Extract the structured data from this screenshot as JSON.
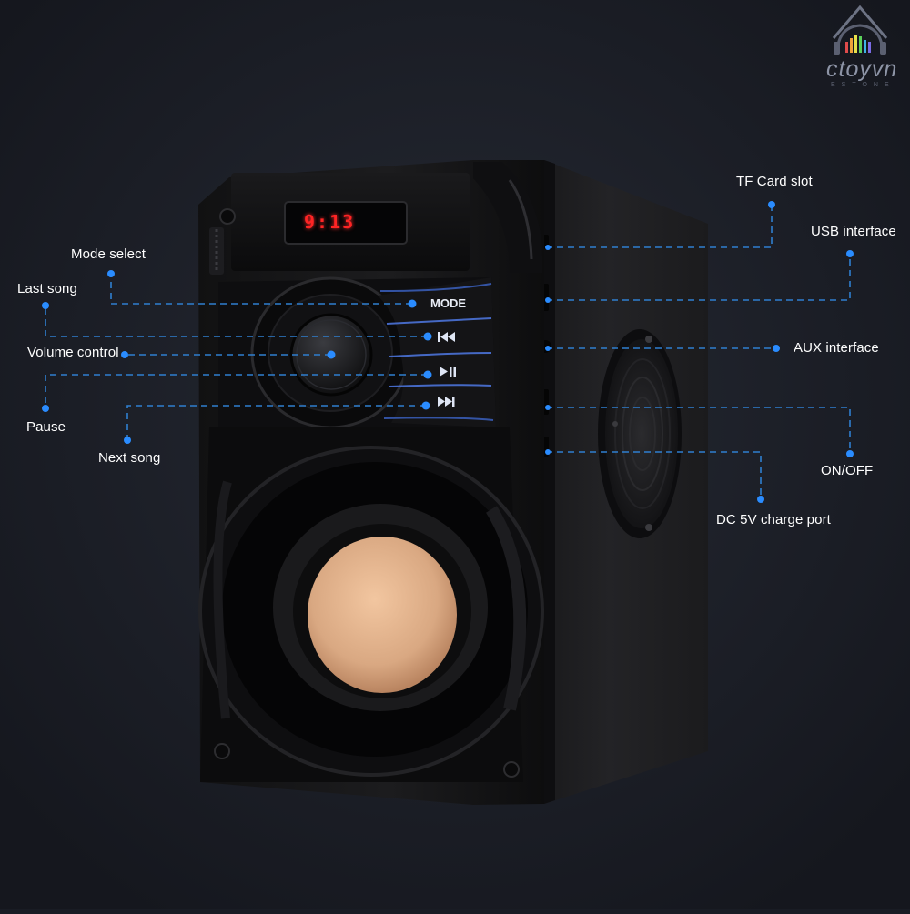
{
  "watermark": {
    "brand": "ctoyvn",
    "tagline": "ESTONE"
  },
  "device": {
    "display_readout": "9:13",
    "mode_button": "MODE",
    "prev_icon": "previous-track-icon",
    "playpause_icon": "play-pause-icon",
    "next_icon": "next-track-icon"
  },
  "callouts": {
    "mode_select": "Mode select",
    "last_song": "Last song",
    "volume_control": "Volume control",
    "pause": "Pause",
    "next_song": "Next song",
    "tf_card_slot": "TF Card slot",
    "usb_interface": "USB interface",
    "aux_interface": "AUX interface",
    "on_off": "ON/OFF",
    "dc_charge_port": "DC 5V charge port"
  },
  "colors": {
    "background": "#191c24",
    "callout_line": "#2f7fd0",
    "callout_dot": "#2a8cff",
    "cone": "#d9a882",
    "display_led": "#ff2424"
  }
}
